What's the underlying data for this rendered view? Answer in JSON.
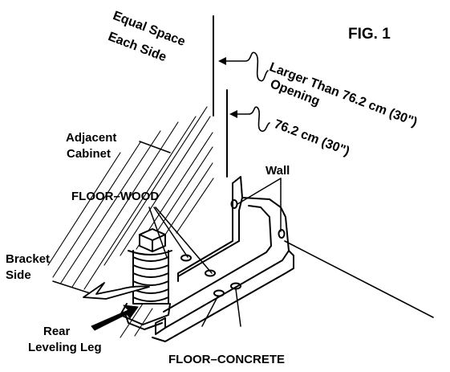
{
  "figure": {
    "title": "FIG. 1",
    "labels": {
      "equal_space_line1": "Equal Space",
      "equal_space_line2": "Each Side",
      "larger_line1": "Larger Than 76.2 cm (30\")",
      "larger_line2": "Opening",
      "dimension": "76.2 cm (30\")",
      "adjacent_line1": "Adjacent",
      "adjacent_line2": "Cabinet",
      "wall": "Wall",
      "floor_wood": "FLOOR–WOOD",
      "bracket_line1": "Bracket",
      "bracket_line2": "Side",
      "rear_line1": "Rear",
      "rear_line2": "Leveling Leg",
      "floor_concrete": "FLOOR–CONCRETE"
    }
  },
  "colors": {
    "ink": "#000000",
    "paper": "#ffffff"
  }
}
